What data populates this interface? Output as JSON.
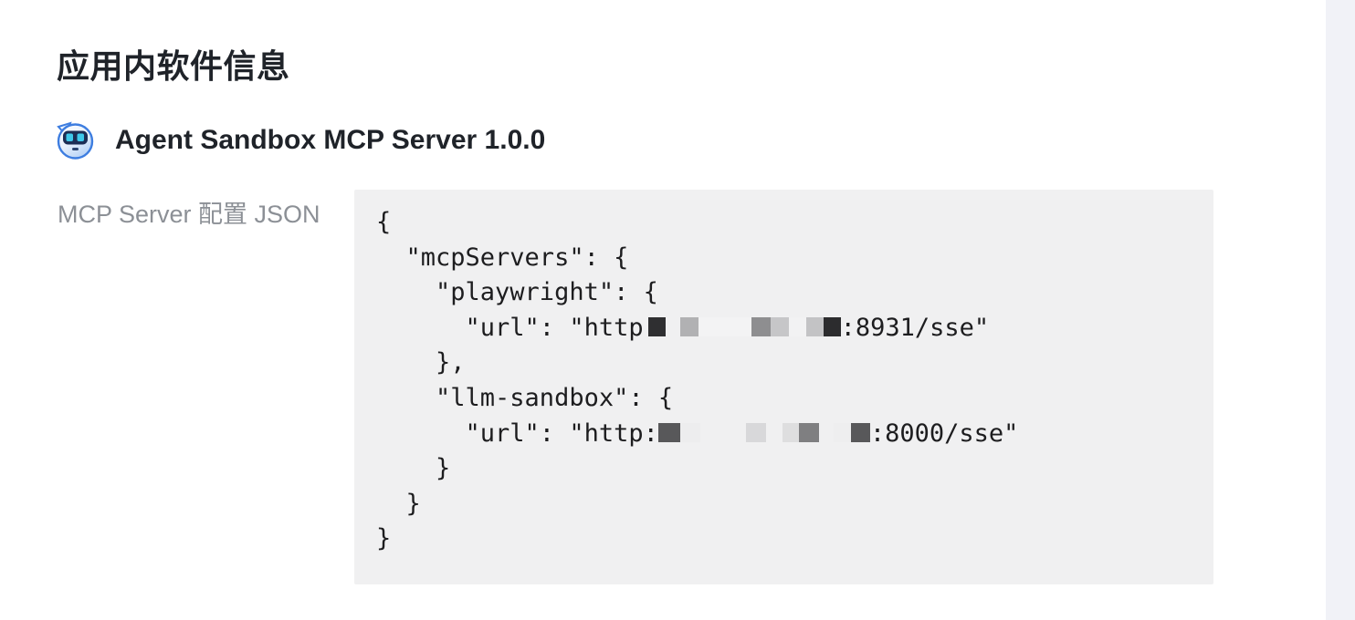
{
  "page": {
    "title": "应用内软件信息"
  },
  "software": {
    "name": "Agent Sandbox MCP Server 1.0.0",
    "icon": "robot-avatar"
  },
  "field": {
    "label": "MCP Server 配置 JSON"
  },
  "code": {
    "lines": [
      {
        "text": "{"
      },
      {
        "text": "  \"mcpServers\": {"
      },
      {
        "text": "    \"playwright\": {"
      },
      {
        "prefix": "      \"url\": \"http",
        "mosaic": "playwright_url_redaction",
        "suffix": ":8931/sse\""
      },
      {
        "text": "    },"
      },
      {
        "text": "    \"llm-sandbox\": {"
      },
      {
        "prefix": "      \"url\": \"http:",
        "mosaic": "llm_sandbox_url_redaction",
        "suffix": ":8000/sse\""
      },
      {
        "text": "    }"
      },
      {
        "text": "  }"
      },
      {
        "text": "}"
      }
    ],
    "mosaics": {
      "playwright_url_redaction": [
        {
          "w": 5,
          "c": null
        },
        {
          "w": 19,
          "c": "#2f2f31"
        },
        {
          "w": 16,
          "c": null
        },
        {
          "w": 20,
          "c": "#b1b1b3"
        },
        {
          "w": 58,
          "c": "#f3f3f4"
        },
        {
          "w": 21,
          "c": "#8e8e90"
        },
        {
          "w": 20,
          "c": "#c6c6c8"
        },
        {
          "w": 19,
          "c": "#f2f2f3"
        },
        {
          "w": 19,
          "c": "#c3c3c5"
        },
        {
          "w": 19,
          "c": "#2c2c2e"
        }
      ],
      "llm_sandbox_url_redaction": [
        {
          "w": 24,
          "c": "#58585a"
        },
        {
          "w": 22,
          "c": "#ededee"
        },
        {
          "w": 50,
          "c": null
        },
        {
          "w": 22,
          "c": "#d8d8da"
        },
        {
          "w": 18,
          "c": null
        },
        {
          "w": 18,
          "c": "#dededf"
        },
        {
          "w": 22,
          "c": "#7f7f81"
        },
        {
          "w": 16,
          "c": null
        },
        {
          "w": 19,
          "c": "#eeeeef"
        },
        {
          "w": 21,
          "c": "#58585a"
        }
      ]
    }
  },
  "colors": {
    "text_primary": "#1f2329",
    "label_gray": "#8c9096",
    "code_background": "#f0f0f1",
    "right_panel_edge": "#f1f2f7",
    "accent_icon_blue": "#3d7de0",
    "robot_visor_navy": "#1c2e55",
    "robot_eyes_cyan": "#3ec8ea"
  }
}
